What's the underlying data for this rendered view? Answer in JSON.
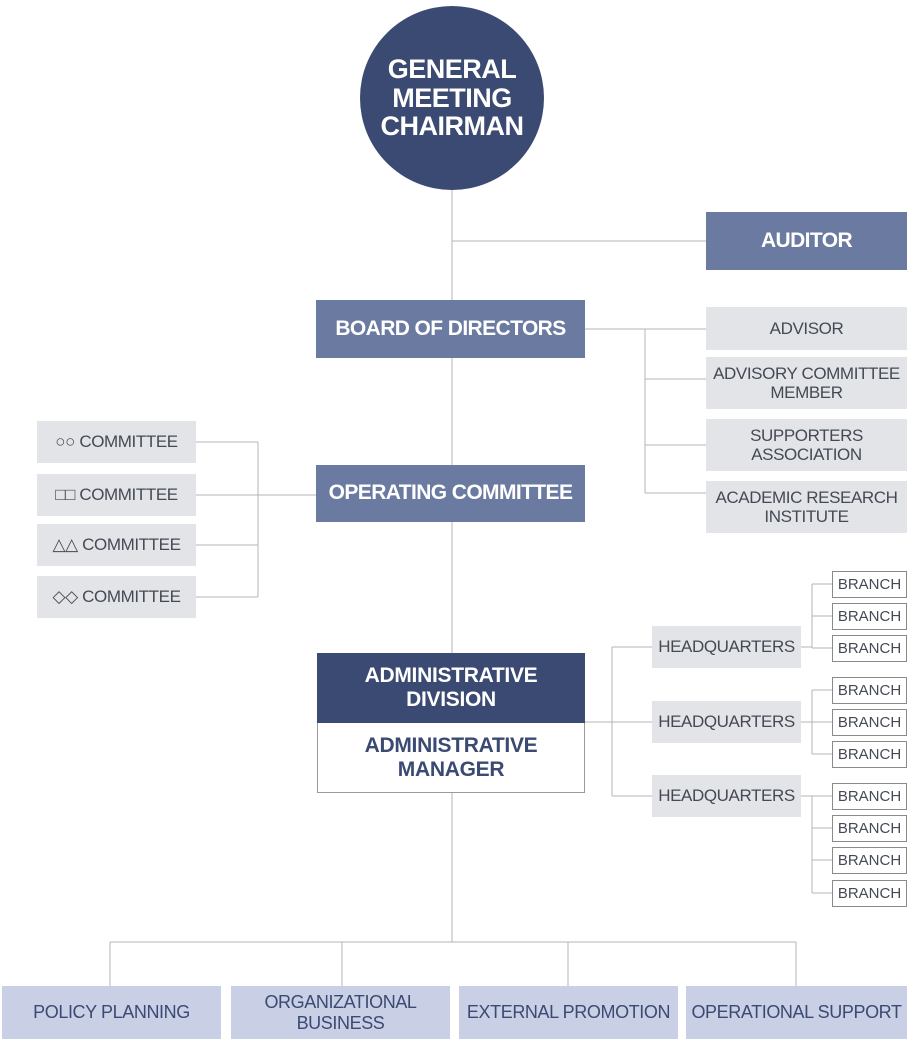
{
  "chairman": {
    "line1": "GENERAL",
    "line2": "MEETING",
    "line3": "CHAIRMAN"
  },
  "auditor": "AUDITOR",
  "board": "BOARD OF DIRECTORS",
  "advisors": [
    {
      "line1": "ADVISOR",
      "line2": ""
    },
    {
      "line1": "ADVISORY COMMITTEE",
      "line2": "MEMBER"
    },
    {
      "line1": "SUPPORTERS",
      "line2": "ASSOCIATION"
    },
    {
      "line1": "ACADEMIC RESEARCH",
      "line2": "INSTITUTE"
    }
  ],
  "operating": "OPERATING COMMITTEE",
  "committees": [
    "○○ COMMITTEE",
    "□□ COMMITTEE",
    "△△ COMMITTEE",
    "◇◇ COMMITTEE"
  ],
  "admin_division": {
    "line1": "ADMINISTRATIVE",
    "line2": "DIVISION"
  },
  "admin_manager": {
    "line1": "ADMINISTRATIVE",
    "line2": "MANAGER"
  },
  "headquarters": [
    {
      "label": "HEADQUARTERS",
      "branches": [
        "BRANCH",
        "BRANCH",
        "BRANCH"
      ]
    },
    {
      "label": "HEADQUARTERS",
      "branches": [
        "BRANCH",
        "BRANCH",
        "BRANCH"
      ]
    },
    {
      "label": "HEADQUARTERS",
      "branches": [
        "BRANCH",
        "BRANCH",
        "BRANCH",
        "BRANCH"
      ]
    }
  ],
  "departments": [
    {
      "line1": "POLICY PLANNING",
      "line2": ""
    },
    {
      "line1": "ORGANIZATIONAL",
      "line2": "BUSINESS"
    },
    {
      "line1": "EXTERNAL PROMOTION",
      "line2": ""
    },
    {
      "line1": "OPERATIONAL SUPPORT",
      "line2": ""
    }
  ]
}
